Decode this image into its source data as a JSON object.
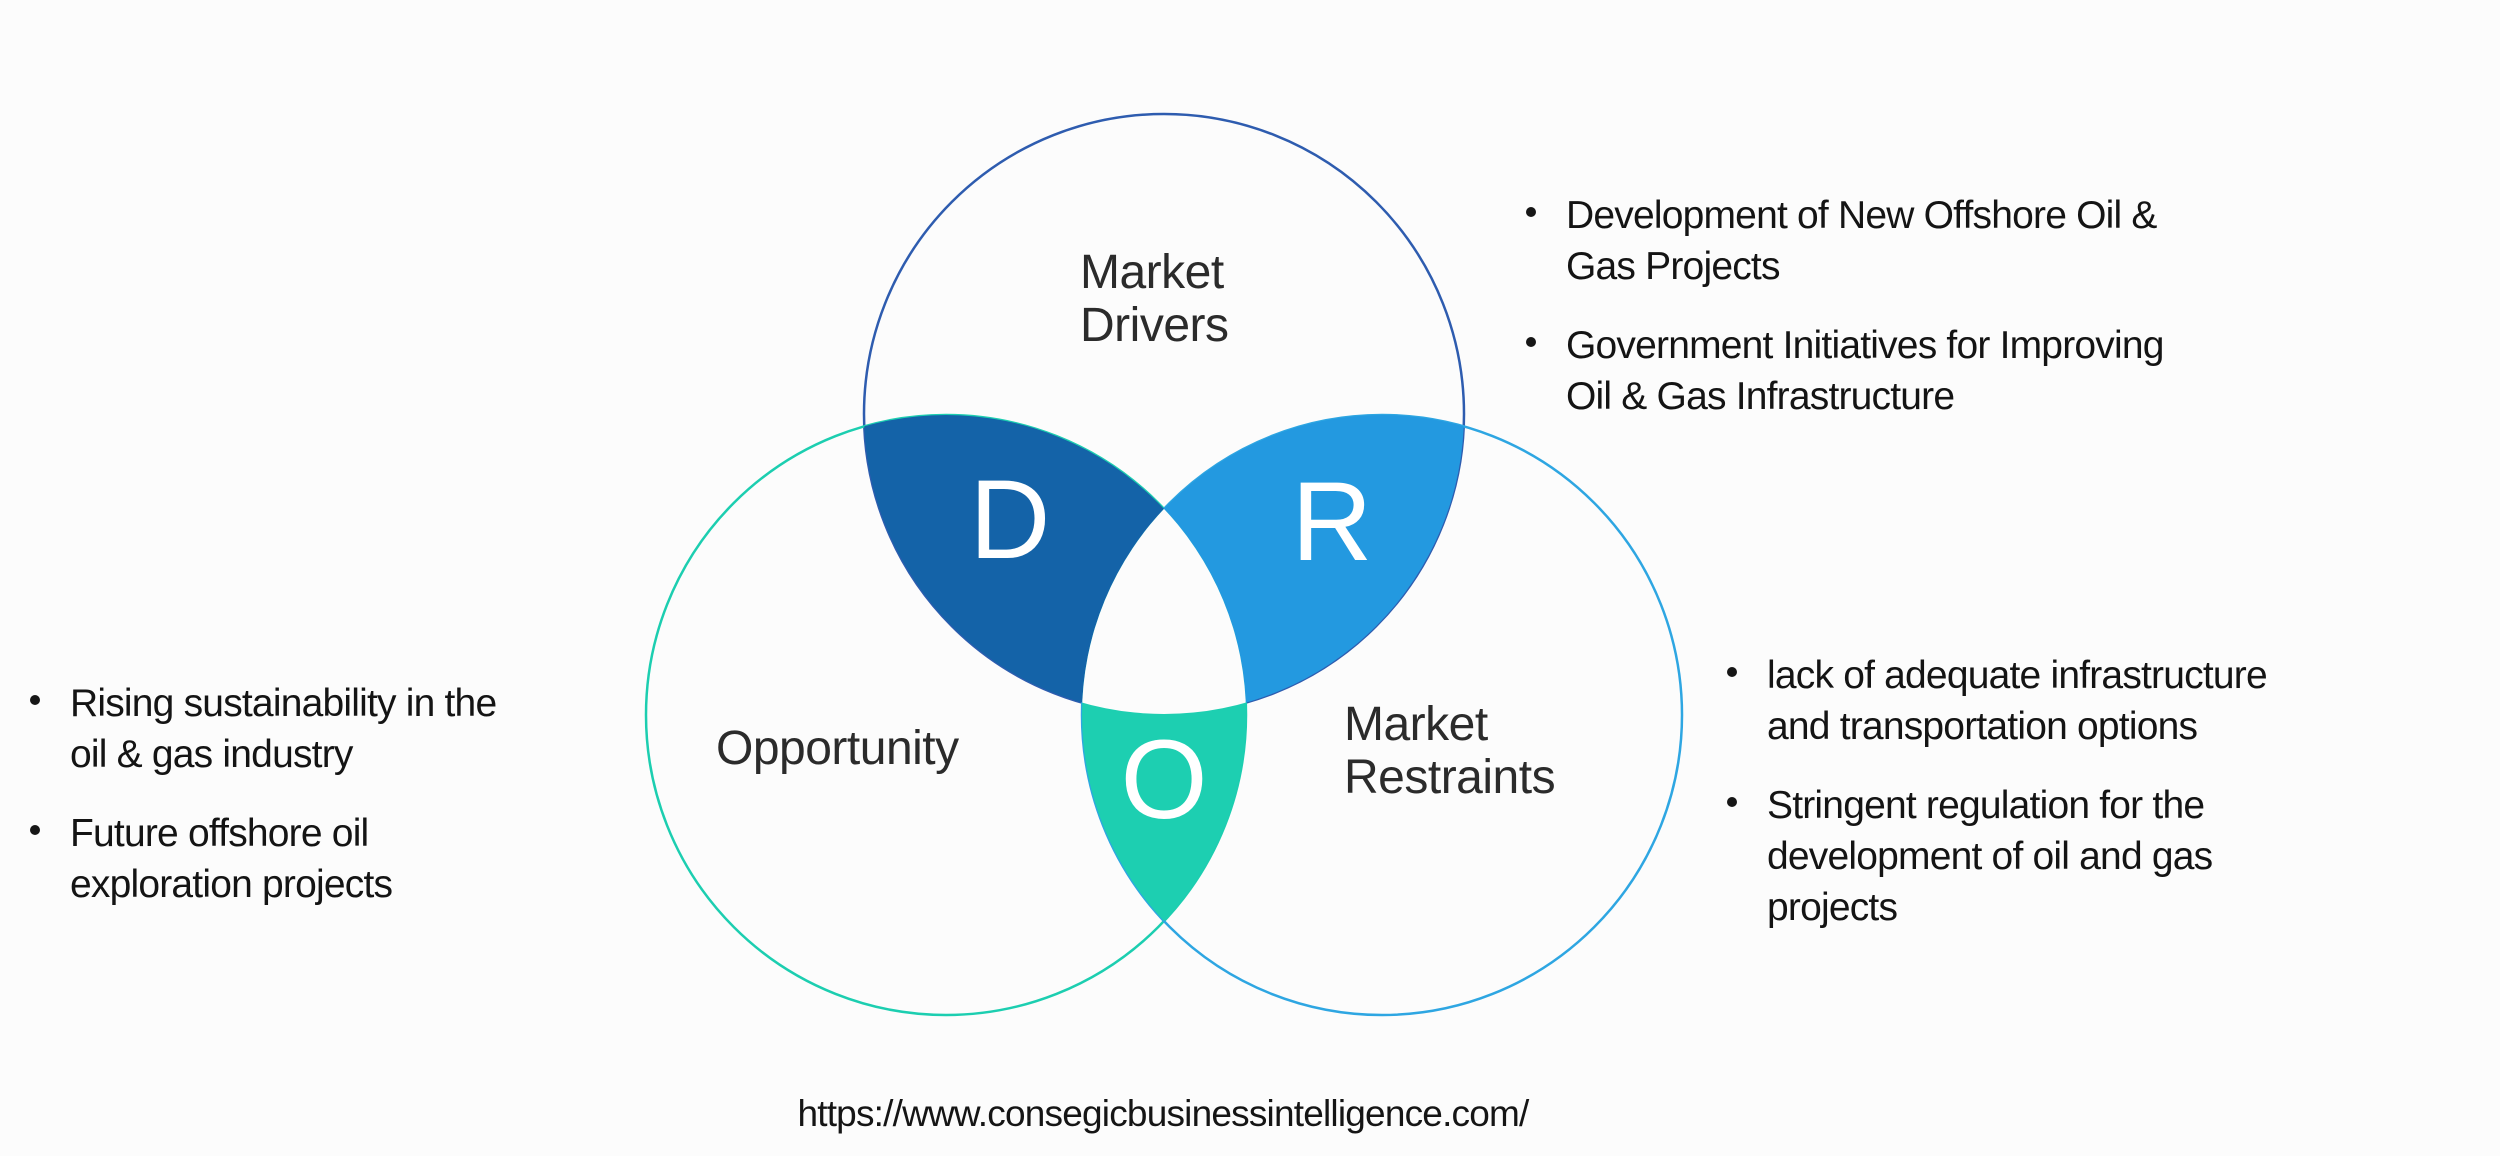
{
  "venn": {
    "center_fill": "#fcfcfc",
    "circles": [
      {
        "name": "market-drivers",
        "label_lines": [
          "Market",
          "Drivers"
        ],
        "outline_color": "#2e5caf"
      },
      {
        "name": "opportunity",
        "label_lines": [
          "Opportunity"
        ],
        "outline_color": "#1cceb0"
      },
      {
        "name": "market-restraints",
        "label_lines": [
          "Market",
          "Restraints"
        ],
        "outline_color": "#2ea6e2"
      }
    ],
    "overlaps": [
      {
        "name": "drivers-opportunity",
        "letter": "D",
        "fill": "#1463a8"
      },
      {
        "name": "drivers-restraints",
        "letter": "R",
        "fill": "#2399e0"
      },
      {
        "name": "opportunity-restraints",
        "letter": "O",
        "fill": "#1dcfb1"
      }
    ]
  },
  "bullets": {
    "drivers": {
      "items": [
        "Development of New Offshore Oil & Gas Projects",
        "Government Initiatives for Improving Oil & Gas Infrastructure"
      ]
    },
    "opportunity": {
      "items": [
        "Rising sustainability in the oil & gas industry",
        "Future offshore oil exploration projects"
      ]
    },
    "restraints": {
      "items": [
        "lack of adequate infrastructure and transportation options",
        "Stringent regulation for the development of oil and gas projects"
      ]
    }
  },
  "footer": {
    "url": "https://www.consegicbusinessintelligence.com/"
  }
}
